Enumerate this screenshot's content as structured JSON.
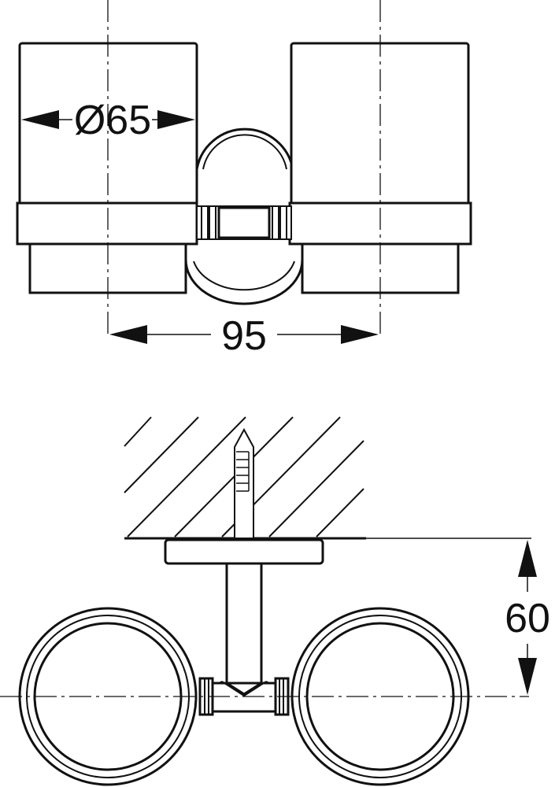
{
  "diagram": {
    "colors": {
      "line": "#111111",
      "background": "#ffffff"
    },
    "dimensions": {
      "diameter": {
        "label": "Ø65"
      },
      "spacing": {
        "label": "95"
      },
      "projection": {
        "label": "60"
      }
    }
  }
}
